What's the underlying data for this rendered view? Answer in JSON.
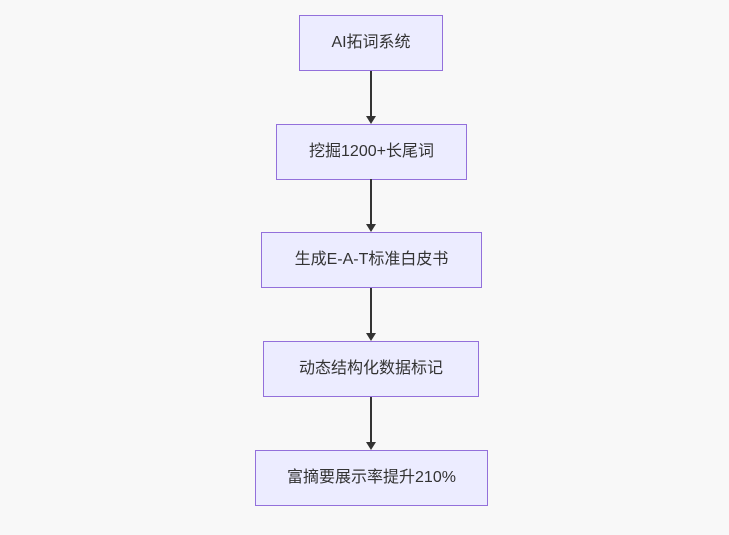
{
  "diagram": {
    "type": "flowchart-vertical",
    "colors": {
      "background": "#f8f8f8",
      "node_fill": "#ECECFF",
      "node_border": "#9370DB",
      "arrow": "#333333",
      "text": "#333333"
    },
    "nodes": [
      {
        "label": "AI拓词系统"
      },
      {
        "label": "挖掘1200+长尾词"
      },
      {
        "label": "生成E-A-T标准白皮书"
      },
      {
        "label": "动态结构化数据标记"
      },
      {
        "label": "富摘要展示率提升210%"
      }
    ],
    "edges": [
      {
        "from": 0,
        "to": 1
      },
      {
        "from": 1,
        "to": 2
      },
      {
        "from": 2,
        "to": 3
      },
      {
        "from": 3,
        "to": 4
      }
    ]
  }
}
